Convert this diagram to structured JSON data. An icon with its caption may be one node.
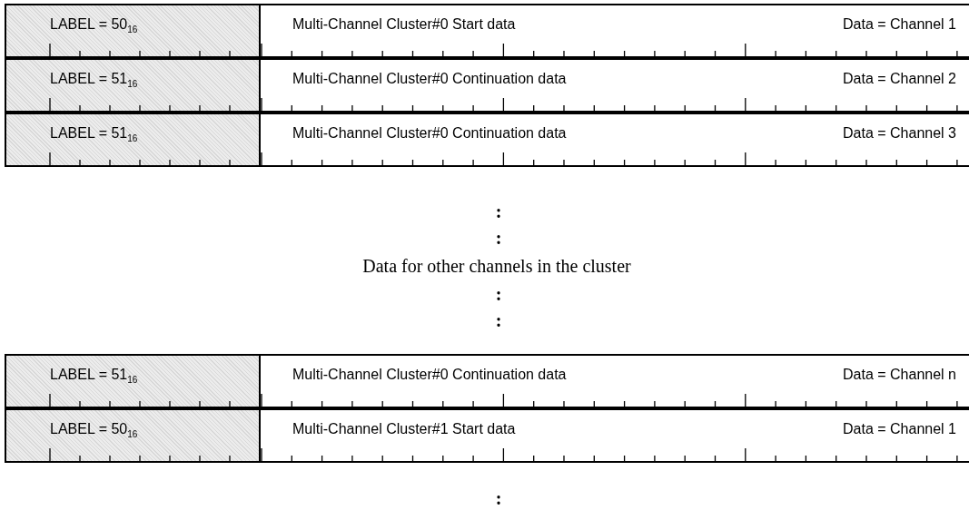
{
  "diagram": {
    "labels": [
      "LABEL =  50$_{16}$",
      "Multi-Channel Cluster#0 Start data",
      "Data = Channel 1",
      "LABEL =  51$_{16}$",
      "Multi-Channel Cluster#0 Continuation data",
      "Data = Channel 2",
      "LABEL =  51$_{16}$",
      "Multi-Channel Cluster#0 Continuation data",
      "Data = Channel 3",
      ":",
      ":",
      "Data for other channels in the cluster",
      ":",
      ":",
      "LABEL =  51$_{16}$",
      "Multi-Channel Cluster#0 Continuation data",
      "Data = Channel n",
      "LABEL =  50$_{16}$",
      "Multi-Channel Cluster#1 Start data",
      "Data = Channel 1",
      ":"
    ]
  }
}
